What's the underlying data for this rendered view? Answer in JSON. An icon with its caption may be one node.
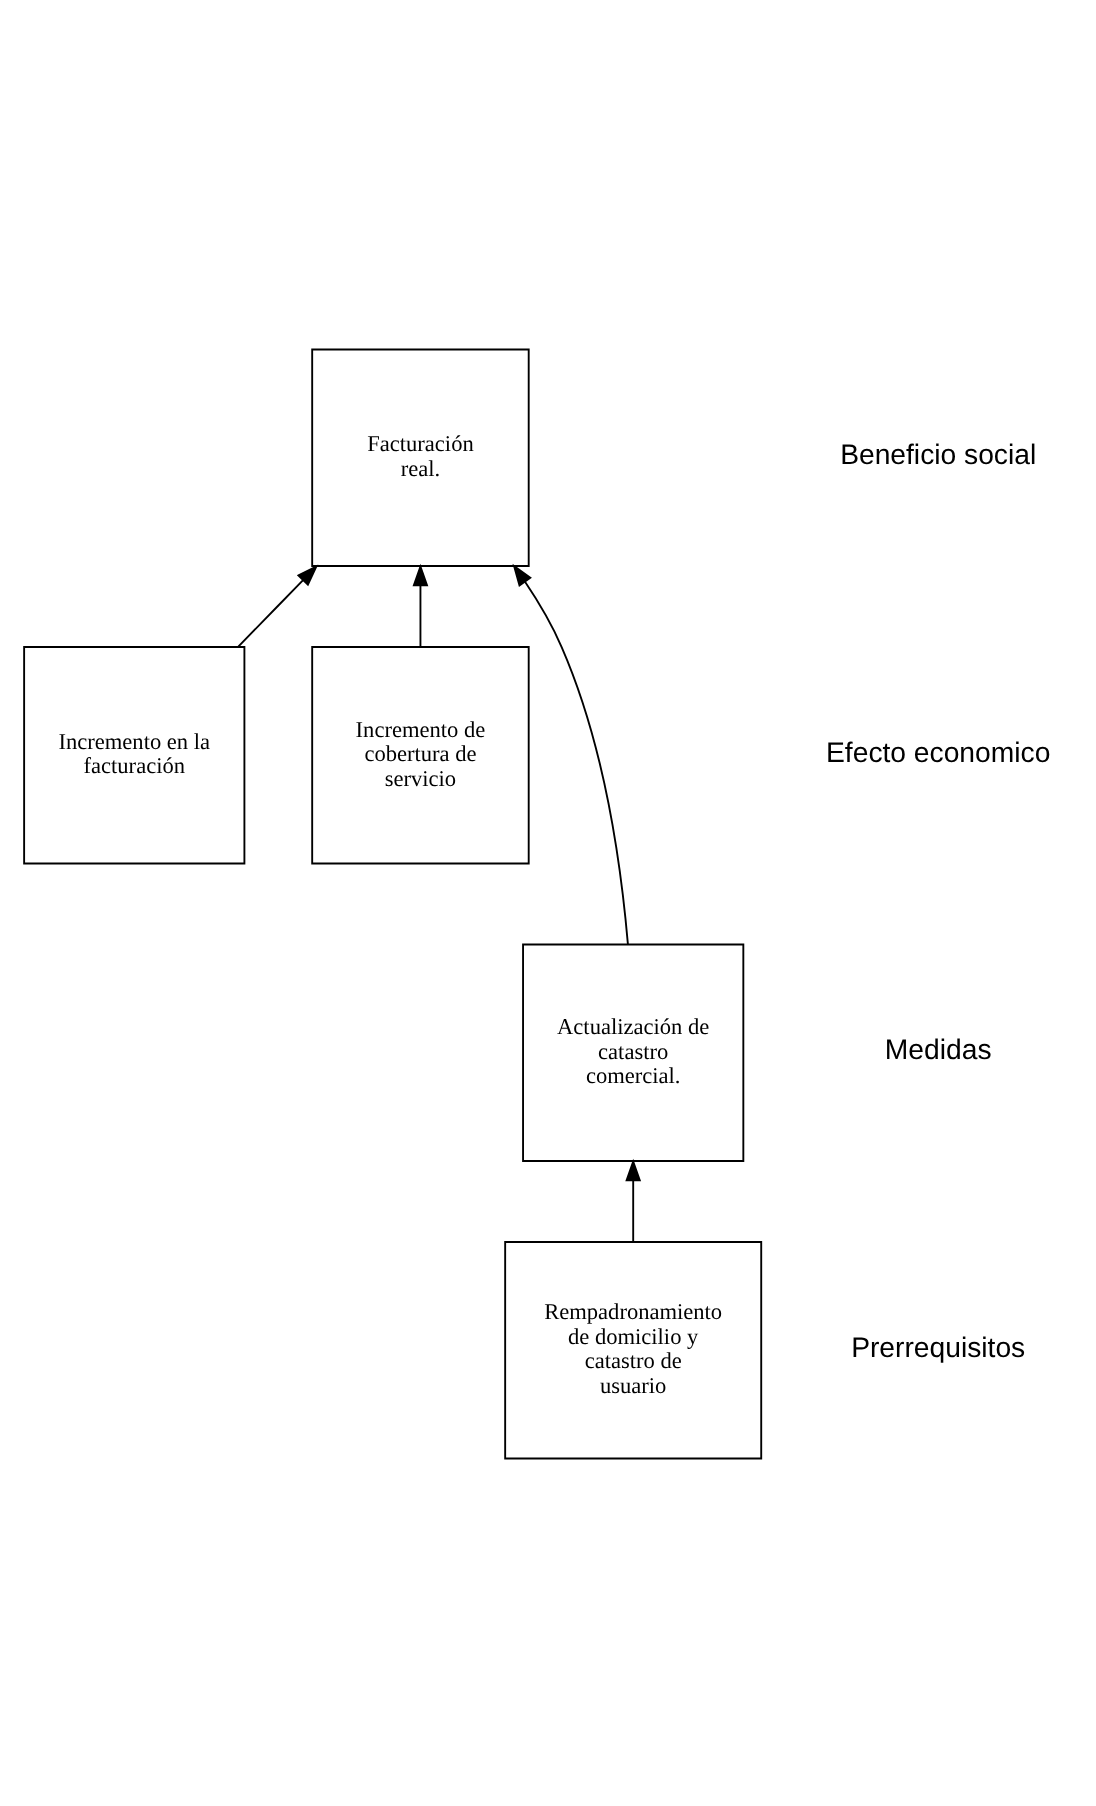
{
  "diagram": {
    "nodes": [
      {
        "text": [
          "Facturación real."
        ]
      },
      {
        "text": [
          "Incremento en la facturación"
        ]
      },
      {
        "text": [
          "Incremento de cobertura de servicio"
        ]
      },
      {
        "text": [
          "Actualización de catastro comercial."
        ]
      },
      {
        "text": [
          "Rempadronamiento de domicilio y catastro de usuario"
        ]
      }
    ],
    "edges": [
      {
        "from": 1,
        "to": 0,
        "arrow": "to"
      },
      {
        "from": 3,
        "to": 0,
        "arrow": "to"
      },
      {
        "from": 2,
        "to": 0,
        "arrow": "to"
      },
      {
        "from": 4,
        "to": 3,
        "arrow": "to"
      }
    ],
    "labels": [
      "Beneficio social",
      "Efecto economico",
      "Medidas",
      "Prerrequisitos"
    ]
  }
}
